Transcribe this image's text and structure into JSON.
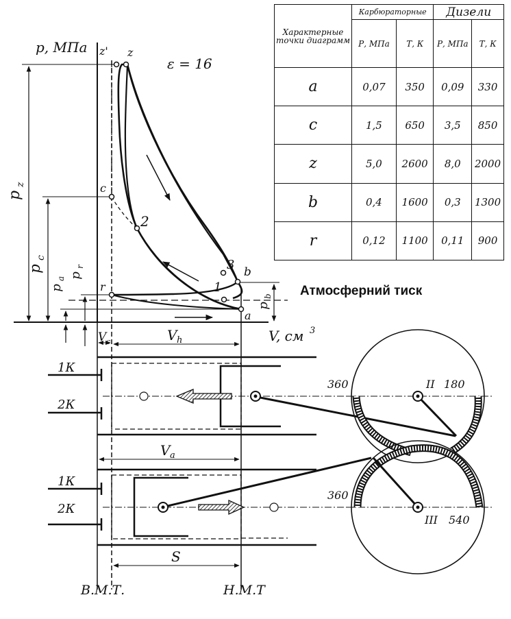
{
  "diagram": {
    "p_axis_label": "p, МПа",
    "v_axis_label": "V, см",
    "v_axis_exp": "3",
    "compression": "ε = 16",
    "points": {
      "z_prime": "z'",
      "z": "z",
      "c": "c",
      "two": "2",
      "three": "3",
      "one": "1",
      "b": "b",
      "r": "r",
      "a": "a"
    },
    "pressures": {
      "pz": "p",
      "pz_sub": "z",
      "pc": "p",
      "pc_sub": "c",
      "pa": "p",
      "pa_sub": "a",
      "pr": "p",
      "pr_sub": "r",
      "pb": "p",
      "pb_sub": "b"
    },
    "atm_label": "Атмосферний тиск",
    "volumes": {
      "vc": "V",
      "vc_sub": "c",
      "vh": "V",
      "vh_sub": "h",
      "va": "V",
      "va_sub": "a",
      "s": "S"
    },
    "valves": {
      "k1_top": "1К",
      "k2_top": "2К",
      "k1_bot": "1К",
      "k2_bot": "2К"
    },
    "dead_centers": {
      "tdc": "В.М.Т.",
      "bdc": "Н.М.Т"
    },
    "crank_top": {
      "roman": "II",
      "left_deg": "360",
      "right_deg": "180"
    },
    "crank_bot": {
      "roman": "III",
      "left_deg": "360",
      "right_deg": "540"
    }
  },
  "table": {
    "col_points_header": "Характерные точки диаграмм",
    "group_carb": "Карбюраторные",
    "group_diesel": "Дизели",
    "col_p": "Р, МПа",
    "col_t": "Т, К",
    "rows": [
      {
        "point": "a",
        "carb_p": "0,07",
        "carb_t": "350",
        "diesel_p": "0,09",
        "diesel_t": "330"
      },
      {
        "point": "c",
        "carb_p": "1,5",
        "carb_t": "650",
        "diesel_p": "3,5",
        "diesel_t": "850"
      },
      {
        "point": "z",
        "carb_p": "5,0",
        "carb_t": "2600",
        "diesel_p": "8,0",
        "diesel_t": "2000"
      },
      {
        "point": "b",
        "carb_p": "0,4",
        "carb_t": "1600",
        "diesel_p": "0,3",
        "diesel_t": "1300"
      },
      {
        "point": "r",
        "carb_p": "0,12",
        "carb_t": "1100",
        "diesel_p": "0,11",
        "diesel_t": "900"
      }
    ]
  }
}
